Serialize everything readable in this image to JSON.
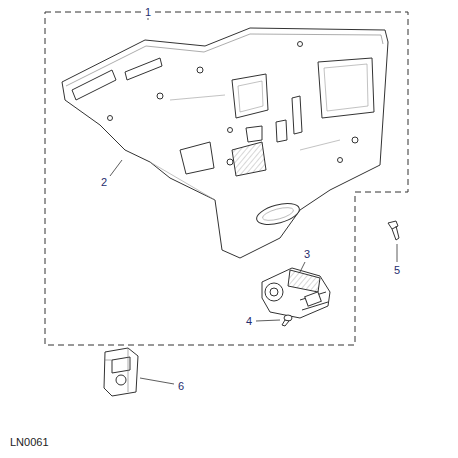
{
  "diagram": {
    "labels": [
      "1",
      "2",
      "3",
      "4",
      "5",
      "6",
      "LN0061"
    ]
  }
}
